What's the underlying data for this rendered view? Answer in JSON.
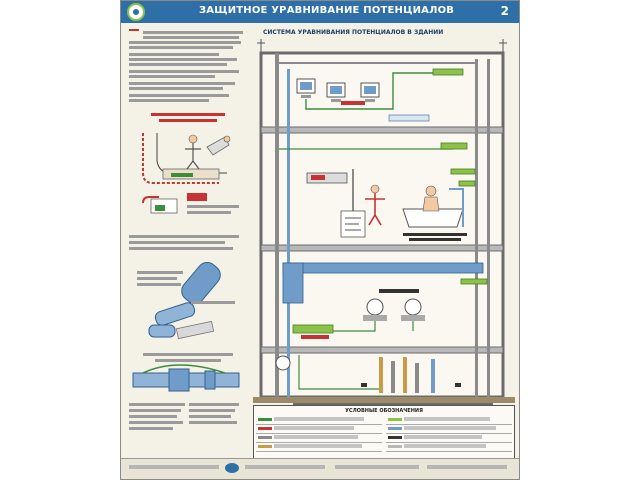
{
  "header": {
    "title": "ЗАЩИТНОЕ УРАВНИВАНИЕ ПОТЕНЦИАЛОВ",
    "sheet_number": "2"
  },
  "diagram": {
    "title": "СИСТЕМА УРАВНИВАНИЯ ПОТЕНЦИАЛОВ В ЗДАНИИ"
  },
  "legend": {
    "title": "УСЛОВНЫЕ ОБОЗНАЧЕНИЯ"
  },
  "colors": {
    "header": "#2e6fa8",
    "accent_red": "#c83232",
    "pe_green": "#8bc34a",
    "pipe_blue": "#6f9cc9",
    "structure": "#6b6b6b"
  }
}
